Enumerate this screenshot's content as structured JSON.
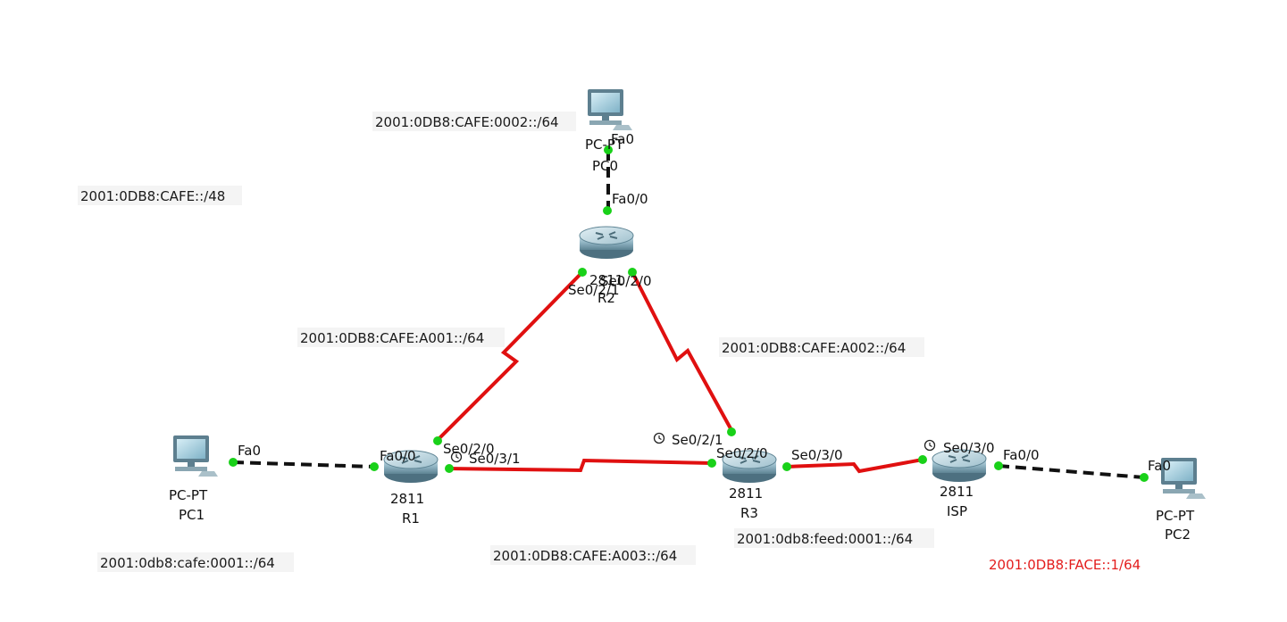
{
  "notes": {
    "pc0_net": "2001:0DB8:CAFE:0002::/64",
    "global": "2001:0DB8:CAFE::/48",
    "r1_r2": "2001:0DB8:CAFE:A001::/64",
    "r2_r3": "2001:0DB8:CAFE:A002::/64",
    "r1_r3": "2001:0DB8:CAFE:A003::/64",
    "pc1_net": "2001:0db8:cafe:0001::/64",
    "r3_isp": "2001:0db8:feed:0001::/64",
    "isp_pc2": "2001:0DB8:FACE::1/64"
  },
  "devices": {
    "pc0": {
      "model": "PC-PT",
      "name": "PC0"
    },
    "r2": {
      "model": "2811",
      "name": "R2"
    },
    "pc1": {
      "model": "PC-PT",
      "name": "PC1"
    },
    "r1": {
      "model": "2811",
      "name": "R1"
    },
    "r3": {
      "model": "2811",
      "name": "R3"
    },
    "isp": {
      "model": "2811",
      "name": "ISP"
    },
    "pc2": {
      "model": "PC-PT",
      "name": "PC2"
    }
  },
  "ports": {
    "pc0_fa0": "Fa0",
    "r2_fa00": "Fa0/0",
    "r2_se021": "Se0/2/1",
    "r2_se020": "Se0/2/0",
    "pc1_fa0": "Fa0",
    "r1_fa00": "Fa0/0",
    "r1_se020": "Se0/2/0",
    "r1_se031": "Se0/3/1",
    "r3_se021": "Se0/2/1",
    "r3_se020": "Se0/2/0",
    "r3_se030": "Se0/3/0",
    "isp_se030": "Se0/3/0",
    "isp_fa00": "Fa0/0",
    "pc2_fa0": "Fa0"
  },
  "colors": {
    "serial_link": "#e01010",
    "ethernet_link": "#111111",
    "port_up": "#19d119",
    "highlight_note": "#e31d1d"
  }
}
